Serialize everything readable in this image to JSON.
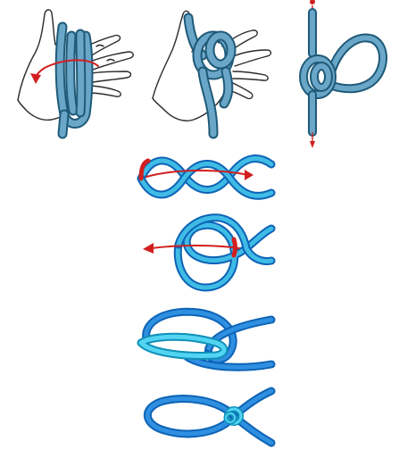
{
  "colors": {
    "rope_top_dark": "#1f5a78",
    "rope_top_fill": "#6aa6c8",
    "rope_bottom_dark": "#0d63b5",
    "rope_bottom_fill": "#3fbbe6",
    "rope_light": "#52d4f2",
    "arrow_red": "#d11f1f",
    "hand_outline": "#2a2a2a"
  },
  "figure": {
    "panels": [
      {
        "id": "step-wrap-hand",
        "icons": [
          "hand-outline-icon",
          "rope-loop-icon",
          "red-curved-arrow-icon"
        ]
      },
      {
        "id": "step-pass-through",
        "icons": [
          "hand-outline-icon",
          "rope-knot-icon"
        ]
      },
      {
        "id": "step-tighten-vertical",
        "icons": [
          "rope-knot-icon",
          "red-arrow-up-icon",
          "red-arrow-down-icon"
        ]
      },
      {
        "id": "step-figure-eight-twist",
        "icons": [
          "rope-twist-icon",
          "red-arrow-right-icon"
        ]
      },
      {
        "id": "step-pull-back",
        "icons": [
          "rope-loop-icon",
          "red-arrow-left-icon"
        ]
      },
      {
        "id": "step-form-loop",
        "icons": [
          "rope-loop-icon"
        ]
      },
      {
        "id": "step-finished-knot",
        "icons": [
          "rope-knot-icon"
        ]
      }
    ]
  }
}
